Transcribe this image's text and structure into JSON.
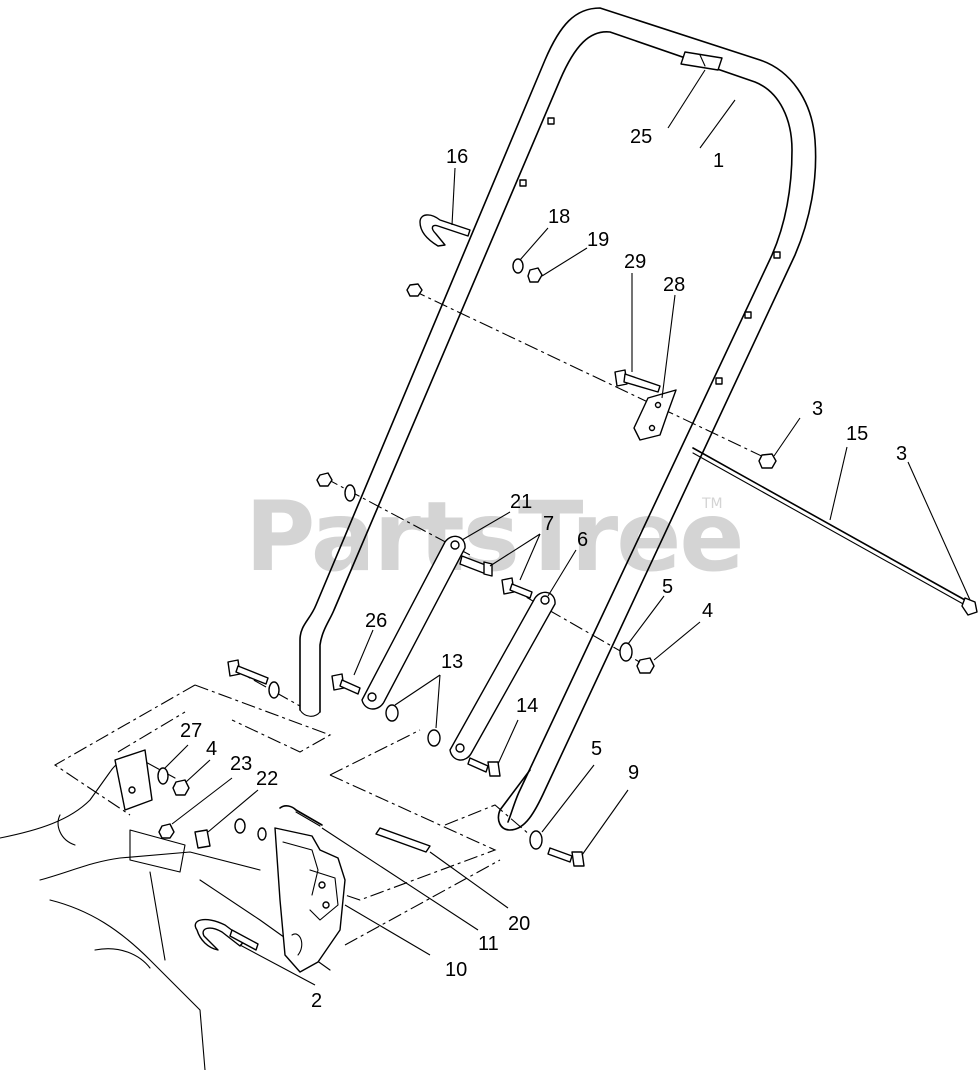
{
  "watermark": {
    "brand": "PartsTree",
    "trademark": "TM"
  },
  "callouts": [
    {
      "id": "c1",
      "label": "1"
    },
    {
      "id": "c2",
      "label": "2"
    },
    {
      "id": "c3a",
      "label": "3"
    },
    {
      "id": "c3b",
      "label": "3"
    },
    {
      "id": "c4a",
      "label": "4"
    },
    {
      "id": "c4b",
      "label": "4"
    },
    {
      "id": "c5a",
      "label": "5"
    },
    {
      "id": "c5b",
      "label": "5"
    },
    {
      "id": "c6",
      "label": "6"
    },
    {
      "id": "c7",
      "label": "7"
    },
    {
      "id": "c9",
      "label": "9"
    },
    {
      "id": "c10",
      "label": "10"
    },
    {
      "id": "c11",
      "label": "11"
    },
    {
      "id": "c13",
      "label": "13"
    },
    {
      "id": "c14",
      "label": "14"
    },
    {
      "id": "c15",
      "label": "15"
    },
    {
      "id": "c16",
      "label": "16"
    },
    {
      "id": "c18",
      "label": "18"
    },
    {
      "id": "c19",
      "label": "19"
    },
    {
      "id": "c20",
      "label": "20"
    },
    {
      "id": "c21",
      "label": "21"
    },
    {
      "id": "c22",
      "label": "22"
    },
    {
      "id": "c23",
      "label": "23"
    },
    {
      "id": "c25",
      "label": "25"
    },
    {
      "id": "c26",
      "label": "26"
    },
    {
      "id": "c27",
      "label": "27"
    },
    {
      "id": "c28",
      "label": "28"
    },
    {
      "id": "c29",
      "label": "29"
    }
  ]
}
